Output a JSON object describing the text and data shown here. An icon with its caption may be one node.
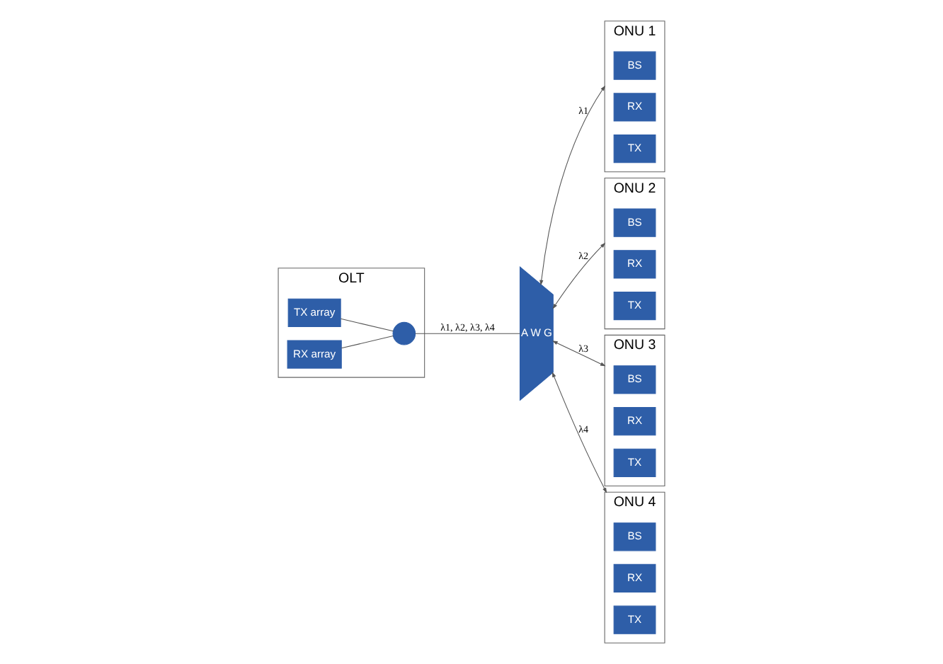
{
  "diagram": {
    "nodes": [
      {
        "text": [
          "OLT"
        ]
      },
      {
        "text": [
          "TX array"
        ],
        "in": 0
      },
      {
        "text": [
          "RX array"
        ],
        "in": 0
      },
      {
        "text": [],
        "shape": "circle",
        "in": 0
      },
      {
        "text": [
          "A W G"
        ]
      },
      {
        "text": [
          "ONU 1"
        ]
      },
      {
        "text": [
          "BS"
        ],
        "in": 5
      },
      {
        "text": [
          "RX"
        ],
        "in": 5
      },
      {
        "text": [
          "TX"
        ],
        "in": 5
      },
      {
        "text": [
          "ONU 2"
        ]
      },
      {
        "text": [
          "BS"
        ],
        "in": 9
      },
      {
        "text": [
          "RX"
        ],
        "in": 9
      },
      {
        "text": [
          "TX"
        ],
        "in": 9
      },
      {
        "text": [
          "ONU 3"
        ]
      },
      {
        "text": [
          "BS"
        ],
        "in": 13
      },
      {
        "text": [
          "RX"
        ],
        "in": 13
      },
      {
        "text": [
          "TX"
        ],
        "in": 13
      },
      {
        "text": [
          "ONU 4"
        ]
      },
      {
        "text": [
          "BS"
        ],
        "in": 17
      },
      {
        "text": [
          "RX"
        ],
        "in": 17
      },
      {
        "text": [
          "TX"
        ],
        "in": 17
      }
    ],
    "edges": [
      {
        "from": 1,
        "to": 3,
        "arrow": "none"
      },
      {
        "from": 2,
        "to": 3,
        "arrow": "none"
      },
      {
        "from": 3,
        "to": 4,
        "arrow": "none",
        "label": "λ1, λ2, λ3, λ4"
      },
      {
        "from": 4,
        "to": 5,
        "arrow": "both",
        "label": "λ1"
      },
      {
        "from": 4,
        "to": 9,
        "arrow": "both",
        "label": "λ2"
      },
      {
        "from": 4,
        "to": 13,
        "arrow": "both",
        "label": "λ3"
      },
      {
        "from": 4,
        "to": 17,
        "arrow": "both",
        "label": "λ4"
      }
    ]
  }
}
